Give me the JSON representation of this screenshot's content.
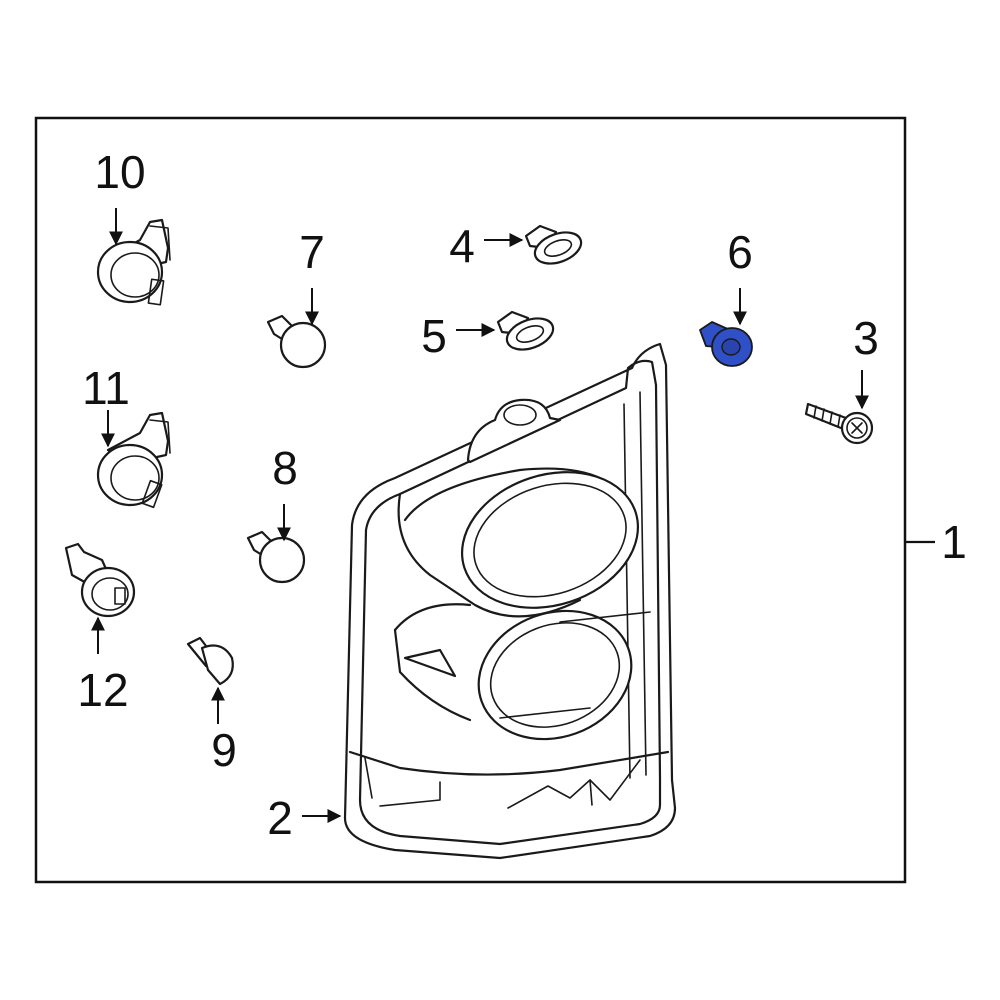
{
  "diagram": {
    "highlight_color": "#3050c8",
    "line_color": "#1a1a1a",
    "highlighted_part": "6",
    "callouts": {
      "c1": "1",
      "c2": "2",
      "c3": "3",
      "c4": "4",
      "c5": "5",
      "c6": "6",
      "c7": "7",
      "c8": "8",
      "c9": "9",
      "c10": "10",
      "c11": "11",
      "c12": "12"
    }
  }
}
